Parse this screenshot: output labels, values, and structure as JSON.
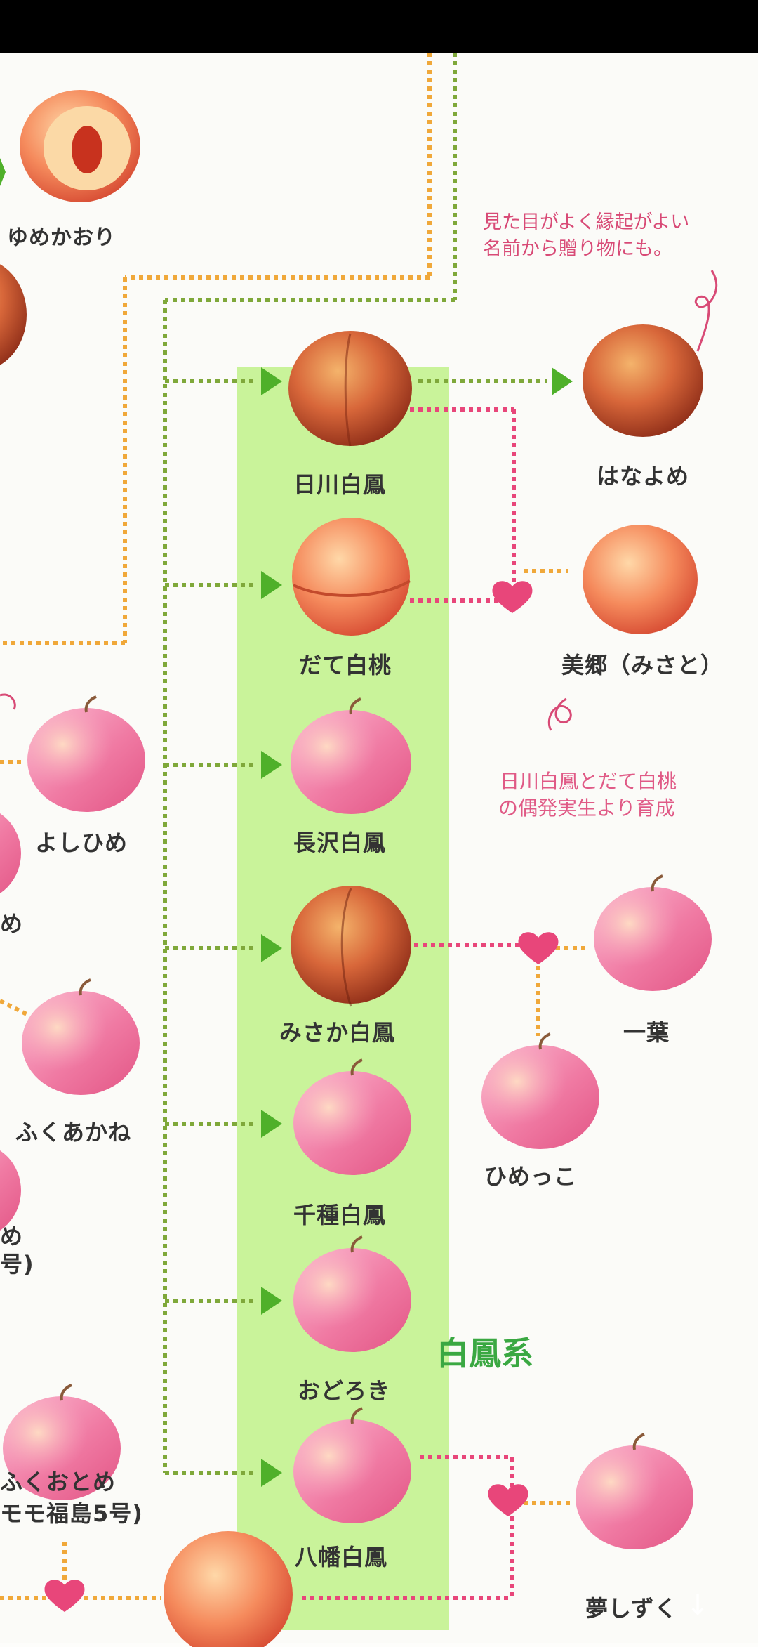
{
  "title": "白鳳系",
  "nodes": {
    "yumekaori": "ゆめかおり",
    "hikawa": "日川白鳳",
    "hanayome": "はなよめ",
    "date": "だて白桃",
    "misato": "美郷（みさと）",
    "nagasawa": "長沢白鳳",
    "yoshihime": "よしひめ",
    "misaka": "みさか白鳳",
    "ichiyo": "一葉",
    "fukuakane": "ふくあかね",
    "himekko": "ひめっこ",
    "chikusa": "千種白鳳",
    "odoroki": "おどろき",
    "fukuotome_1": "ふくおとめ",
    "fukuotome_2": "モモ福島5号)",
    "yawata": "八幡白鳳",
    "yumeshizuku": "夢しずく",
    "left_cut_1": "め",
    "left_cut_2": "め",
    "left_cut_3": "号)"
  },
  "notes": {
    "hanayome_1": "見た目がよく縁起がよい",
    "hanayome_2": "名前から贈り物にも。",
    "misato_1": "日川白鳳とだて白桃",
    "misato_2": "の偶発実生より育成"
  },
  "colors": {
    "band": "#c9f39a",
    "arrow": "#4fb02a",
    "orange_dots": "#f0a83a",
    "green_dots": "#7fa83a",
    "pink_dots": "#e8467a",
    "heart": "#e8467a",
    "series_text": "#3aa842"
  }
}
